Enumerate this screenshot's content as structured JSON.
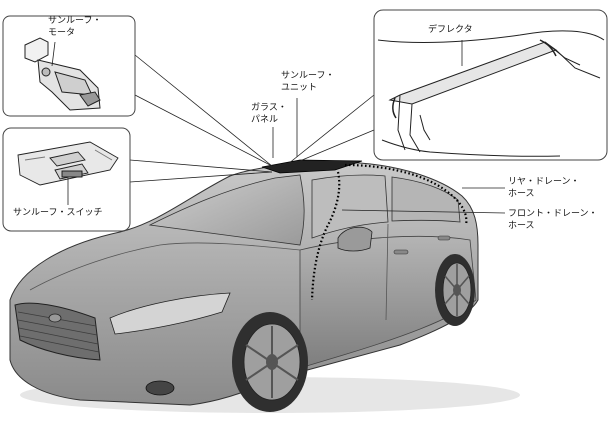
{
  "labels": {
    "sunroof_motor": [
      "サンルーフ・",
      "モータ"
    ],
    "sunroof_unit": [
      "サンルーフ・",
      "ユニット"
    ],
    "glass_panel": [
      "ガラス・",
      "パネル"
    ],
    "deflector": "デフレクタ",
    "sunroof_switch": "サンルーフ・スイッチ",
    "rear_drain_hose": [
      "リヤ・ドレーン・",
      "ホース"
    ],
    "front_drain_hose": [
      "フロント・ドレーン・",
      "ホース"
    ]
  },
  "colors": {
    "car_body": "#a6a6a6",
    "car_dark": "#555555",
    "glass": "#222222",
    "outline": "#000000",
    "callout_border": "#444444",
    "hose_dots": "#000000"
  }
}
